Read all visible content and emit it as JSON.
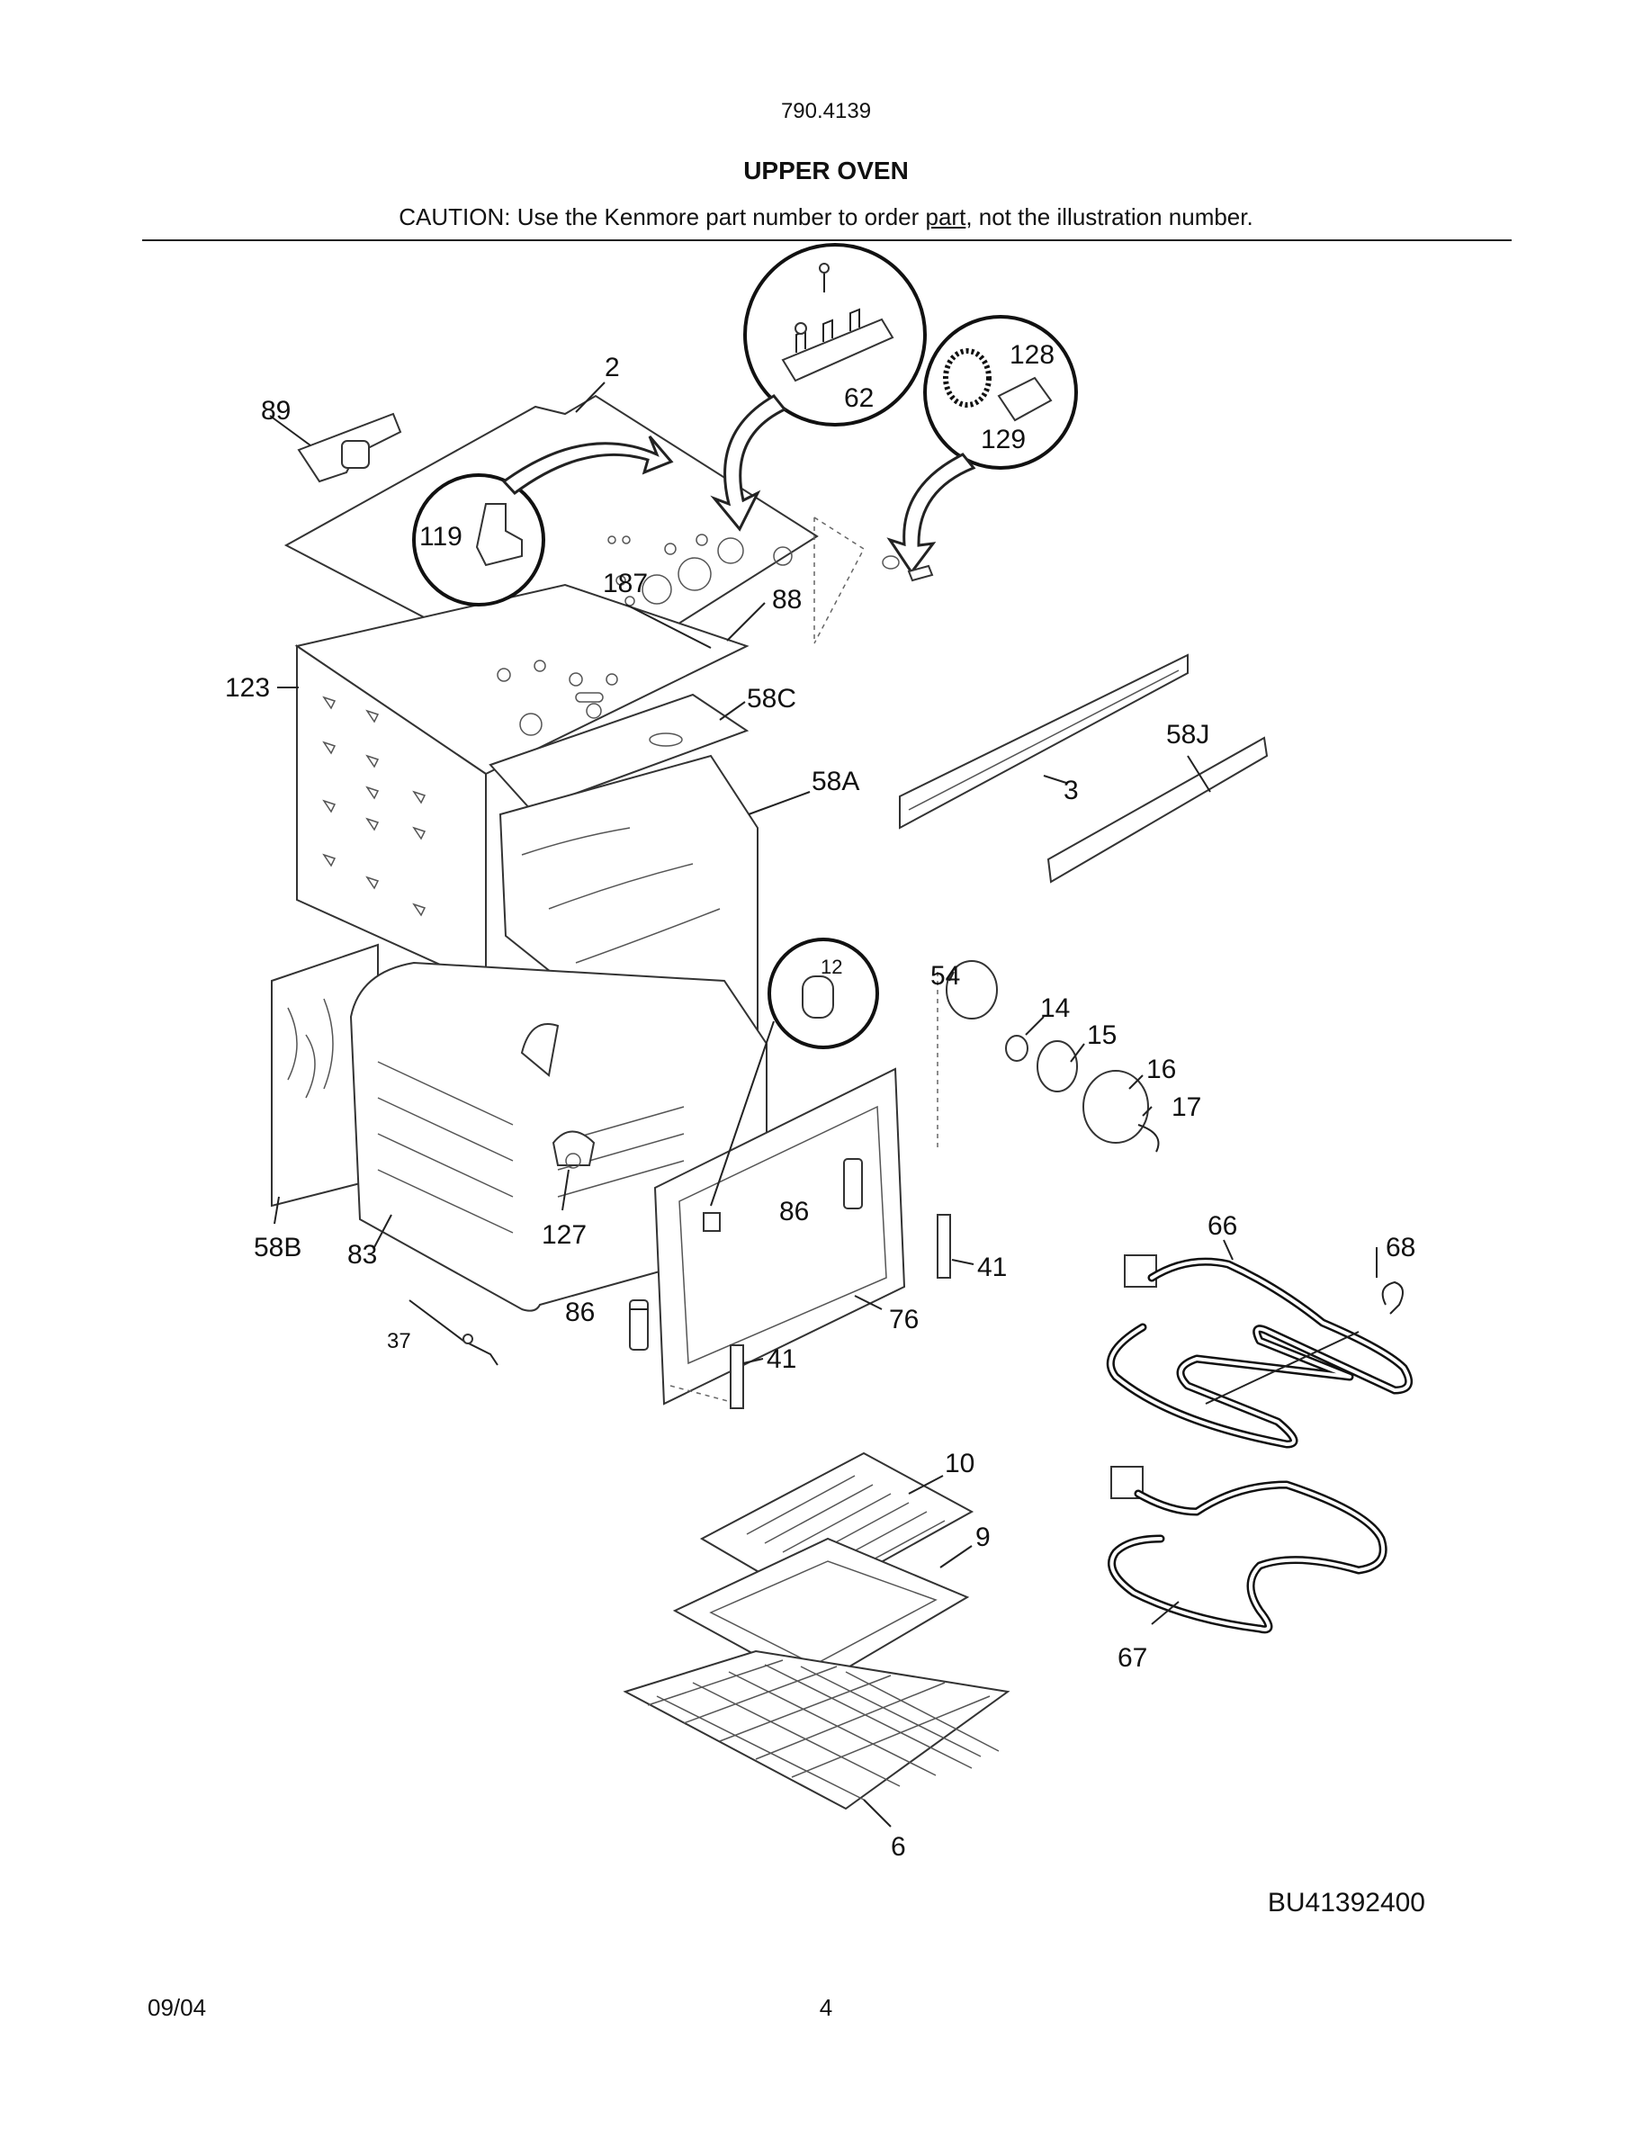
{
  "header": {
    "model_number": "790.4139",
    "title": "UPPER OVEN",
    "caution_before": "CAUTION: Use the Kenmore part number to order ",
    "caution_underlined": "part",
    "caution_after": ", not the illustration number."
  },
  "callouts": {
    "c2": "2",
    "c89": "89",
    "c62": "62",
    "c128": "128",
    "c129": "129",
    "c119": "119",
    "c187": "187",
    "c88": "88",
    "c123": "123",
    "c58C": "58C",
    "c58J": "58J",
    "c58A": "58A",
    "c3": "3",
    "c12": "12",
    "c54": "54",
    "c14": "14",
    "c15": "15",
    "c16": "16",
    "c17": "17",
    "c86a": "86",
    "c66": "66",
    "c68": "68",
    "c58B": "58B",
    "c83": "83",
    "c127": "127",
    "c41a": "41",
    "c86b": "86",
    "c76": "76",
    "c41b": "41",
    "c37": "37",
    "c10": "10",
    "c9": "9",
    "c67": "67",
    "c6": "6"
  },
  "footer": {
    "diagram_code": "BU41392400",
    "date": "09/04",
    "page_number": "4"
  }
}
